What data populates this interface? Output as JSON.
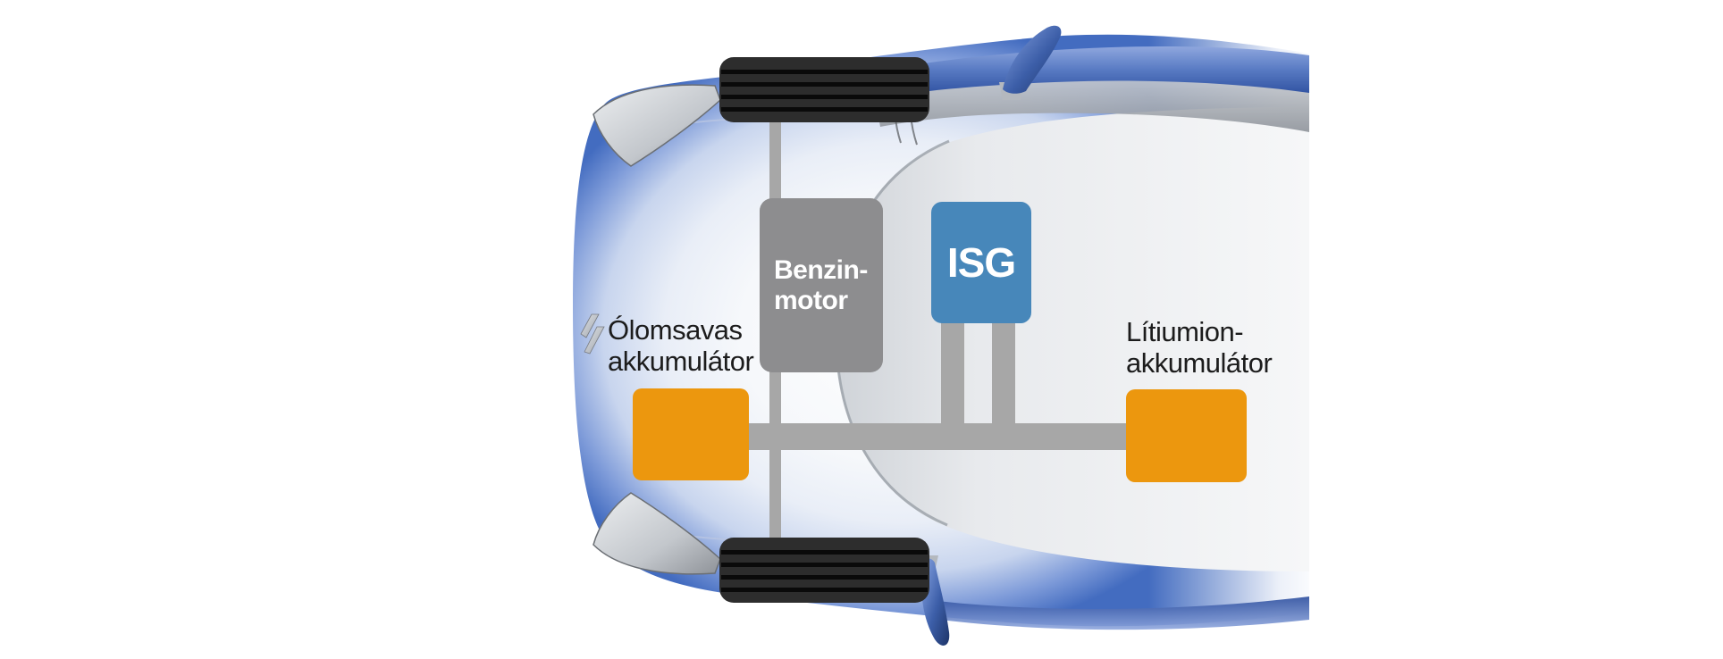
{
  "diagram": {
    "title_implicit": "Mild-hybrid drivetrain layout (top view)",
    "engine": {
      "line1": "Benzin-",
      "line2": "motor"
    },
    "isg": {
      "label": "ISG"
    },
    "lead_acid": {
      "line1": "Ólomsavas",
      "line2": "akkumulátor"
    },
    "lithium": {
      "line1": "Lítiumion-",
      "line2": "akkumulátor"
    },
    "icons": [
      "brand-logo-icon"
    ],
    "colors": {
      "engine_box": "#8d8d8f",
      "isg_box": "#4787ba",
      "battery_box": "#ec970e",
      "connector": "#a7a7a7",
      "box_text": "#ffffff",
      "label_text": "#1c1c1c",
      "car_blue": "#436cc0",
      "tire": "#2d2d2d"
    }
  }
}
